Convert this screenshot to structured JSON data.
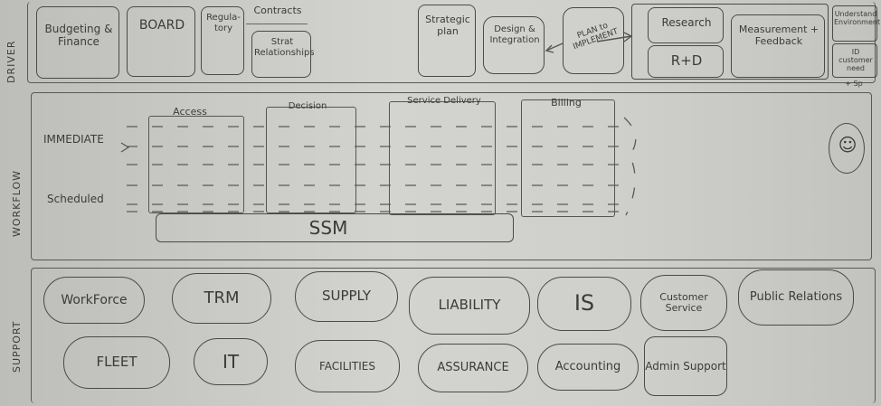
{
  "sections": {
    "driver": "DRIVER",
    "workflow": "WORKFLOW",
    "support": "SUPPORT"
  },
  "driver": {
    "budgeting": "Budgeting & Finance",
    "board": "BOARD",
    "regulatory": "Regula-tory",
    "contracts": "Contracts",
    "strat": "Strat Relationships",
    "strategic": "Strategic plan",
    "design": "Design & Integration",
    "plan_to_implement": "PLAN to IMPLEMENT",
    "research": "Research",
    "rd": "R+D",
    "measurement": "Measurement + Feedback",
    "understand": "Understand Environment",
    "customer_need": "ID customer need",
    "extra": "+ Sp"
  },
  "workflow": {
    "rows": [
      "IMMEDIATE",
      "Scheduled"
    ],
    "columns": [
      "Access",
      "Decision",
      "Service Delivery",
      "Billing"
    ],
    "ssm": "SSM",
    "smiley": "☺"
  },
  "support": {
    "row1": [
      "WorkForce",
      "TRM",
      "SUPPLY",
      "LIABILITY",
      "IS",
      "Customer Service",
      "Public Relations"
    ],
    "row2": [
      "FLEET",
      "IT",
      "FACILITIES",
      "ASSURANCE",
      "Accounting",
      "Admin Support"
    ]
  }
}
